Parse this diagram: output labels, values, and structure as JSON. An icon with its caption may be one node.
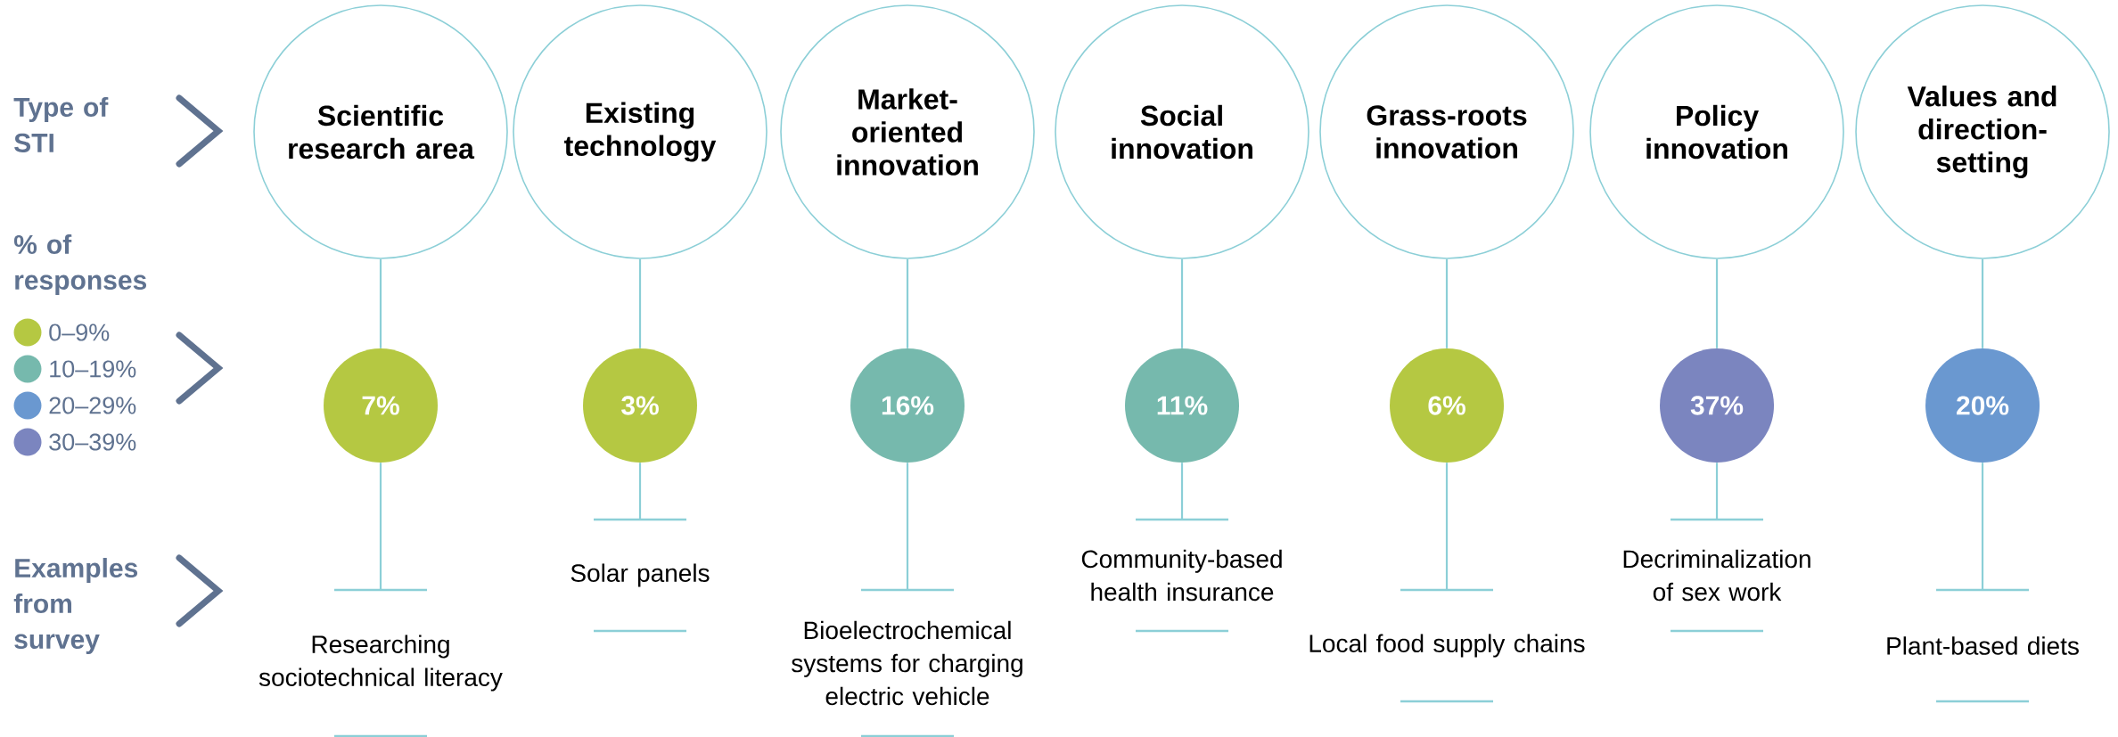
{
  "diagram": {
    "nodes": [
      {
        "text": [
          "Scientific research area"
        ]
      },
      {
        "text": [
          "Existing technology"
        ]
      },
      {
        "text": [
          "Market-oriented innovation"
        ]
      },
      {
        "text": [
          "Social innovation"
        ]
      },
      {
        "text": [
          "Grass-roots innovation"
        ]
      },
      {
        "text": [
          "Policy innovation"
        ]
      },
      {
        "text": [
          "Values and direction-setting"
        ]
      },
      {
        "text": [
          "7%"
        ]
      },
      {
        "text": [
          "3%"
        ]
      },
      {
        "text": [
          "16%"
        ]
      },
      {
        "text": [
          "11%"
        ]
      },
      {
        "text": [
          "6%"
        ]
      },
      {
        "text": [
          "37%"
        ]
      },
      {
        "text": [
          "20%"
        ]
      },
      {
        "text": [
          "Researching sociotechnical literacy"
        ]
      },
      {
        "text": [
          "Solar panels"
        ]
      },
      {
        "text": [
          "Bioelectrochemical systems for charging electric vehicle"
        ]
      },
      {
        "text": [
          "Community-based health insurance"
        ]
      },
      {
        "text": [
          "Local food supply chains"
        ]
      },
      {
        "text": [
          "Decriminalization of sex work"
        ]
      },
      {
        "text": [
          "Plant-based diets"
        ]
      }
    ],
    "edges": [
      {
        "from": 0,
        "to": 7,
        "arrow": "none"
      },
      {
        "from": 1,
        "to": 8,
        "arrow": "none"
      },
      {
        "from": 2,
        "to": 9,
        "arrow": "none"
      },
      {
        "from": 3,
        "to": 10,
        "arrow": "none"
      },
      {
        "from": 4,
        "to": 11,
        "arrow": "none"
      },
      {
        "from": 5,
        "to": 12,
        "arrow": "none"
      },
      {
        "from": 6,
        "to": 13,
        "arrow": "none"
      },
      {
        "from": 7,
        "to": 14,
        "arrow": "none"
      },
      {
        "from": 8,
        "to": 15,
        "arrow": "none"
      },
      {
        "from": 9,
        "to": 16,
        "arrow": "none"
      },
      {
        "from": 10,
        "to": 17,
        "arrow": "none"
      },
      {
        "from": 11,
        "to": 18,
        "arrow": "none"
      },
      {
        "from": 12,
        "to": 19,
        "arrow": "none"
      },
      {
        "from": 13,
        "to": 20,
        "arrow": "none"
      }
    ],
    "labels": [
      "Type of STI",
      "% of responses",
      "Examples from survey"
    ],
    "legend": [
      {
        "text": "0–9%",
        "color": "#b5c842"
      },
      {
        "text": "10–19%",
        "color": "#76b9ad"
      },
      {
        "text": "20–29%",
        "color": "#6a98d0"
      },
      {
        "text": "30–39%",
        "color": "#7b85bf"
      }
    ]
  }
}
